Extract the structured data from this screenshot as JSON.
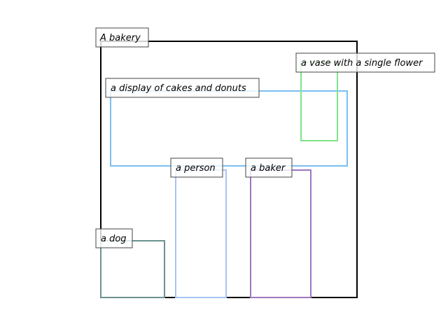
{
  "scene": {
    "label": "A bakery",
    "color": "#000000"
  },
  "objects": [
    {
      "label": "a display of cakes and donuts",
      "color": "#7bbff0"
    },
    {
      "label": "a vase with a single flower",
      "color": "#7de38a"
    },
    {
      "label": "a person",
      "color": "#a6c4f5"
    },
    {
      "label": "a baker",
      "color": "#9e77c1"
    },
    {
      "label": "a dog",
      "color": "#6a9290"
    }
  ]
}
